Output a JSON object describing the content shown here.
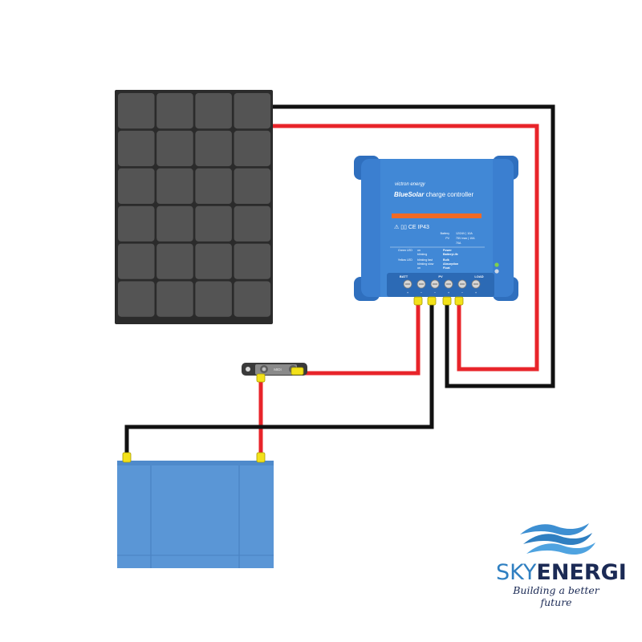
{
  "controller": {
    "brand": "victron energy",
    "product_bold": "BlueSolar",
    "product_rest": " charge controller",
    "certs": "⚠ ▯▯ CE IP43",
    "spec_lines": [
      {
        "label": "Battery",
        "value": "12/24V | 10A"
      },
      {
        "label": "PV",
        "value": "75V max | 10A"
      },
      {
        "label": "",
        "value": "70A"
      }
    ],
    "led_lines": [
      {
        "label": "Green LED",
        "state": "on",
        "meaning": "Power"
      },
      {
        "label": "",
        "state": "blinking",
        "meaning": "BatteryLife"
      },
      {
        "label": "Yellow LED",
        "state": "blinking fast",
        "meaning": "Bulk"
      },
      {
        "label": "",
        "state": "blinking slow",
        "meaning": "Absorption"
      },
      {
        "label": "",
        "state": "on",
        "meaning": "Float"
      }
    ],
    "terminal_groups": [
      "BATT",
      "PV",
      "LOAD"
    ],
    "terminal_signs": [
      "+",
      "−",
      "−",
      "+",
      "−",
      "+"
    ]
  },
  "fuse": {
    "label": "MIDI"
  },
  "logo": {
    "word_light": "SKY",
    "word_bold": "ENERGI",
    "tagline": "Building a better future"
  },
  "colors": {
    "wire_positive": "#e8242a",
    "wire_negative": "#111111",
    "panel_frame": "#2b2b2b",
    "panel_cell": "#545454",
    "controller_body": "#3b7fd0",
    "controller_stripe": "#f06a25",
    "battery_body": "#5a96d6",
    "terminal_lug": "#f3e11a"
  }
}
